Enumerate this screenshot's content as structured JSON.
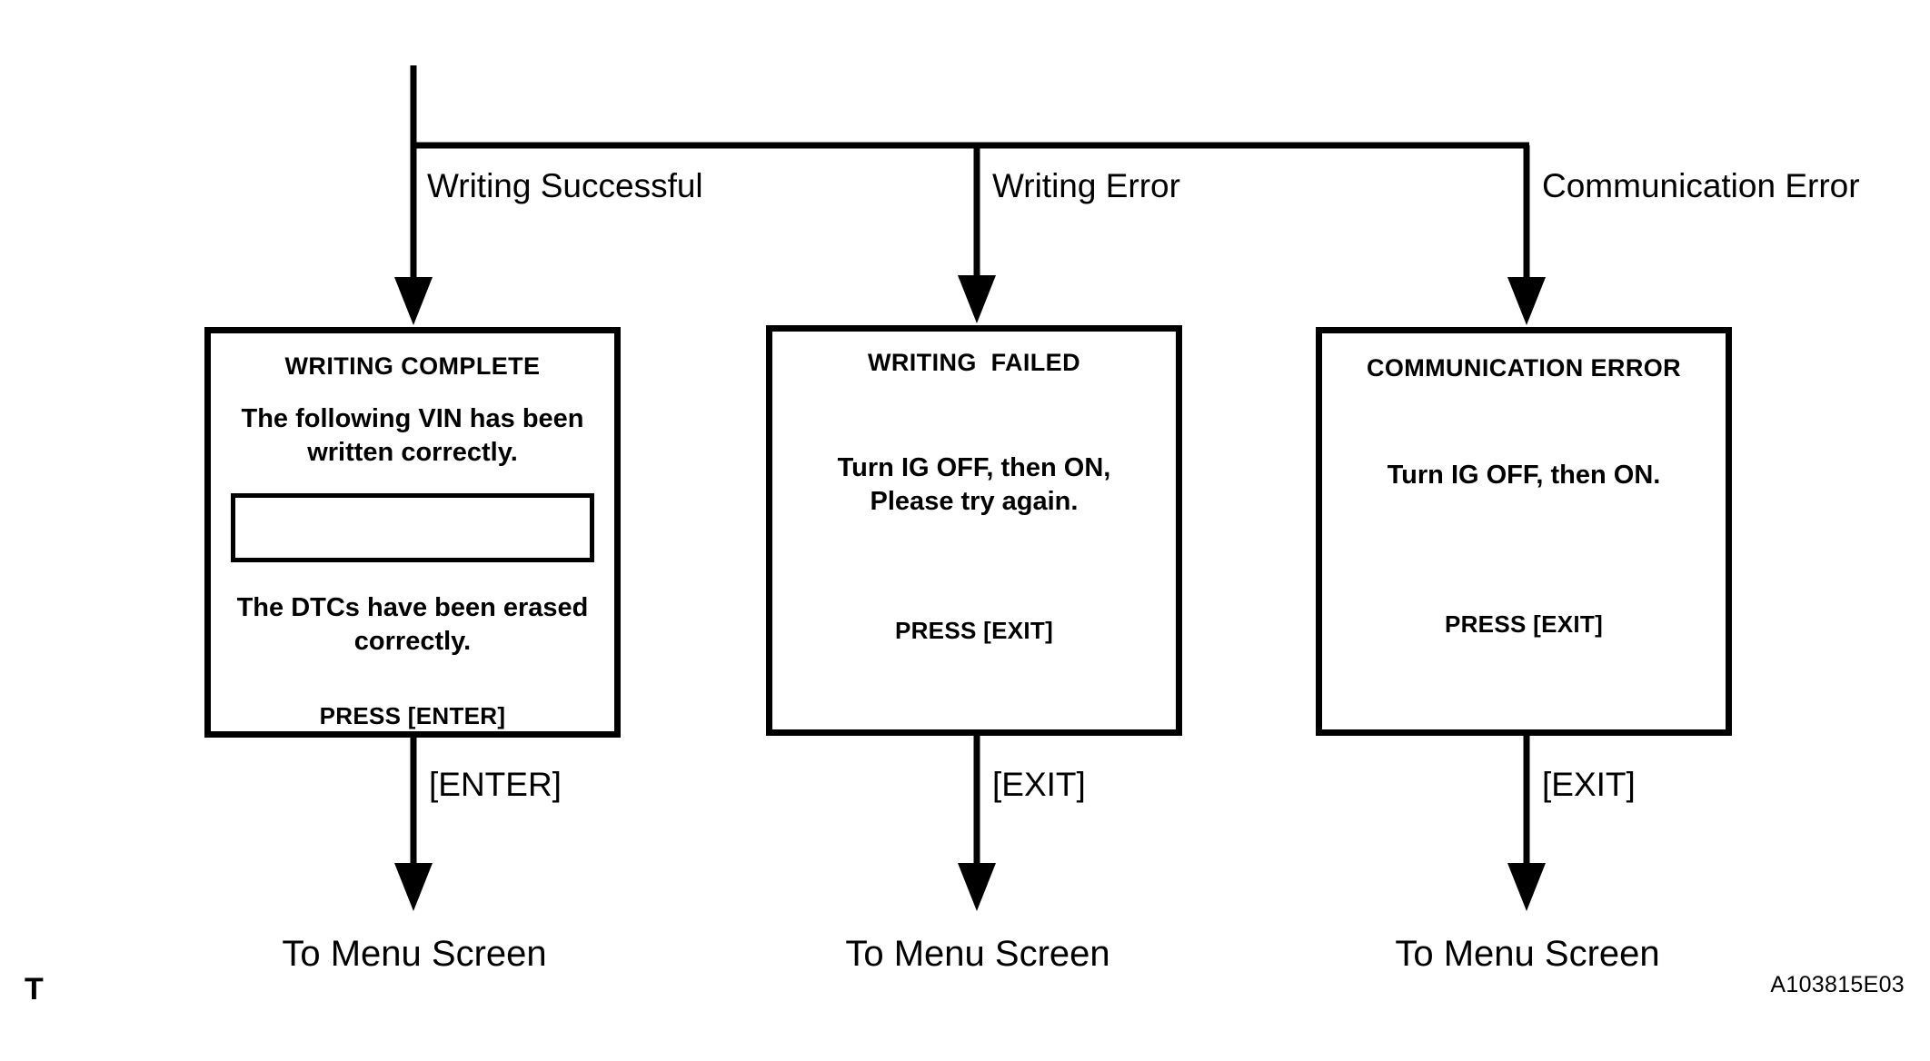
{
  "diagram": {
    "figure_reference": "A103815E03",
    "sheet_marker": "T",
    "branches": [
      {
        "condition_label": "Writing Successful",
        "key_label": "[ENTER]",
        "terminal_label": "To Menu Screen"
      },
      {
        "condition_label": "Writing Error",
        "key_label": "[EXIT]",
        "terminal_label": "To Menu Screen"
      },
      {
        "condition_label": "Communication Error",
        "key_label": "[EXIT]",
        "terminal_label": "To Menu Screen"
      }
    ],
    "screens": [
      {
        "title": "WRITING COMPLETE",
        "line1": "The following VIN has been\nwritten correctly.",
        "vin_value": "",
        "line2": "The DTCs have been erased\ncorrectly.",
        "footer": "PRESS [ENTER]"
      },
      {
        "title": "WRITING  FAILED",
        "body": "Turn IG OFF, then ON,\nPlease try again.",
        "footer": "PRESS [EXIT]"
      },
      {
        "title": "COMMUNICATION ERROR",
        "body": "Turn IG OFF, then ON.",
        "footer": "PRESS [EXIT]"
      }
    ],
    "colors": {
      "line": "#000000",
      "background": "#ffffff",
      "text": "#000000"
    }
  }
}
